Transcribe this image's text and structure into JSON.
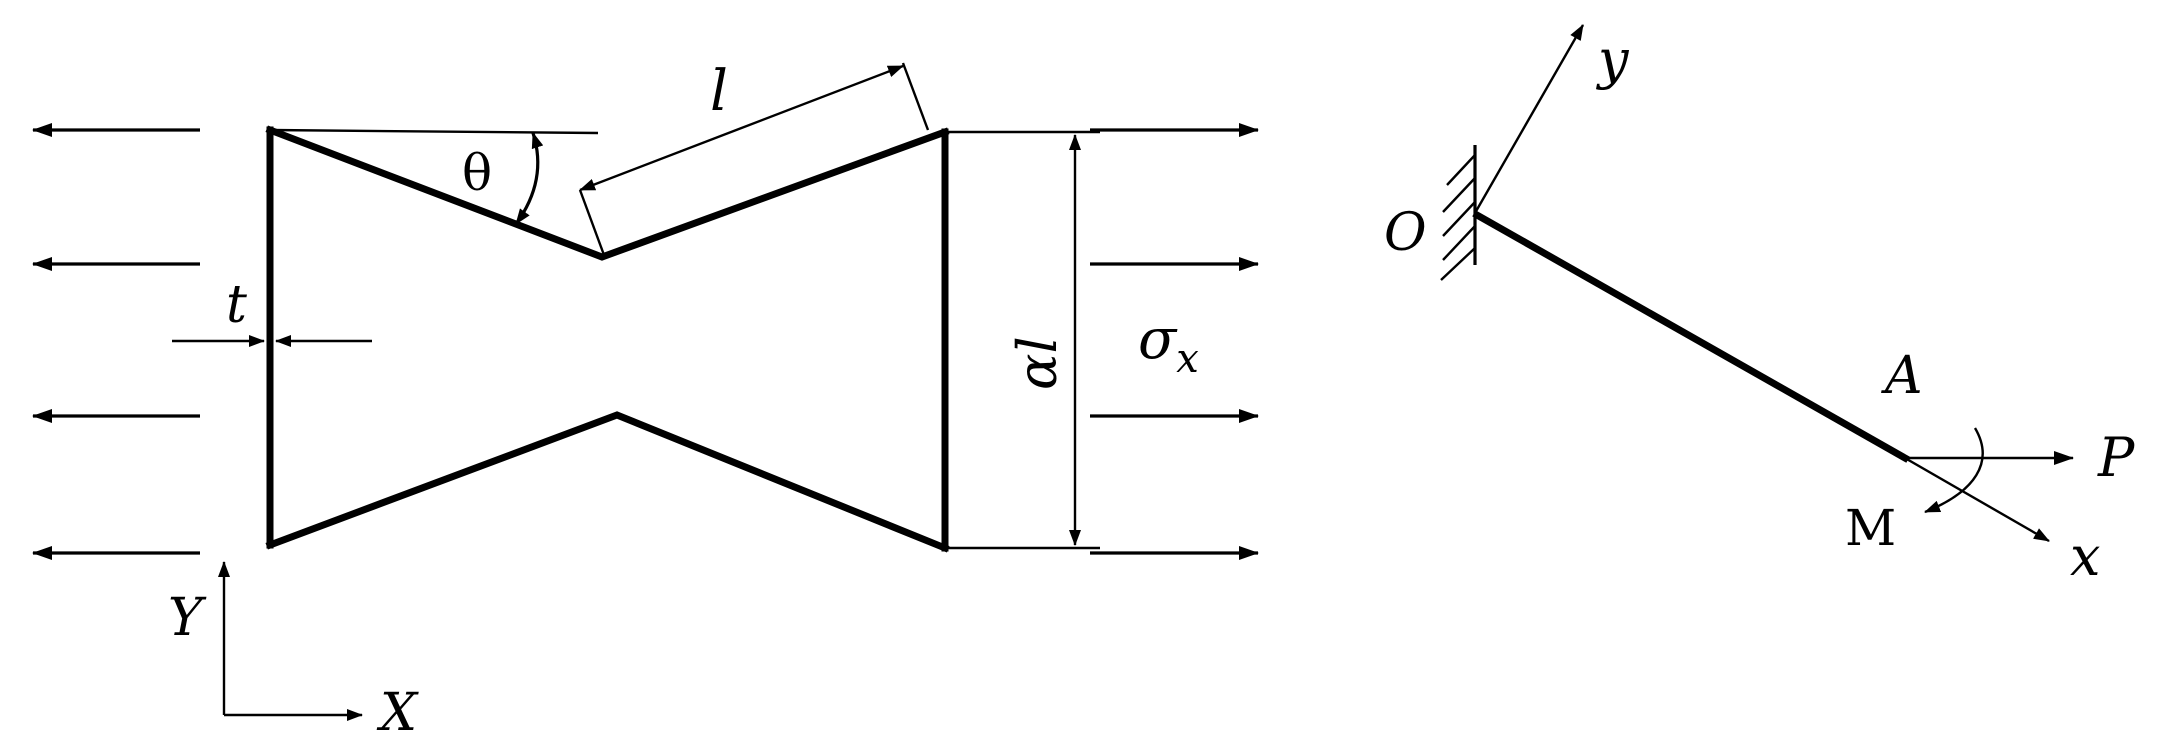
{
  "labels": {
    "length": "l",
    "angle": "θ",
    "thickness": "t",
    "height_alpha": "α",
    "height_l": "l",
    "stress_sigma": "σ",
    "stress_sub": "x",
    "global_y": "Y",
    "global_x": "X",
    "origin": "O",
    "local_y": "y",
    "local_x": "x",
    "point_a": "A",
    "force_p": "P",
    "moment_m": "M"
  }
}
